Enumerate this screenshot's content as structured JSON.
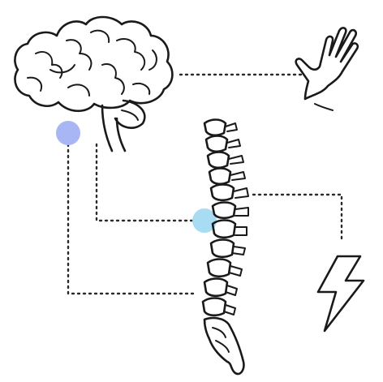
{
  "diagram": {
    "icons": [
      "brain-icon",
      "spine-icon",
      "hand-icon",
      "lightning-icon"
    ],
    "connectors": [
      {
        "from": "brain-icon",
        "to": "hand-icon",
        "style": "dotted"
      },
      {
        "from": "brain-icon",
        "to": "spine-icon",
        "style": "dotted",
        "via_node": "node-cyan"
      },
      {
        "from": "brain-icon",
        "to": "spine-icon",
        "style": "dotted",
        "via_node": "node-blue"
      },
      {
        "from": "spine-icon",
        "to": "lightning-icon",
        "style": "dotted"
      }
    ],
    "nodes": [
      {
        "name": "node-blue",
        "color": "#a9b6f5"
      },
      {
        "name": "node-cyan",
        "color": "#a8dcf2"
      }
    ],
    "colors": {
      "line": "#1a1a1a",
      "background": "#ffffff"
    }
  }
}
